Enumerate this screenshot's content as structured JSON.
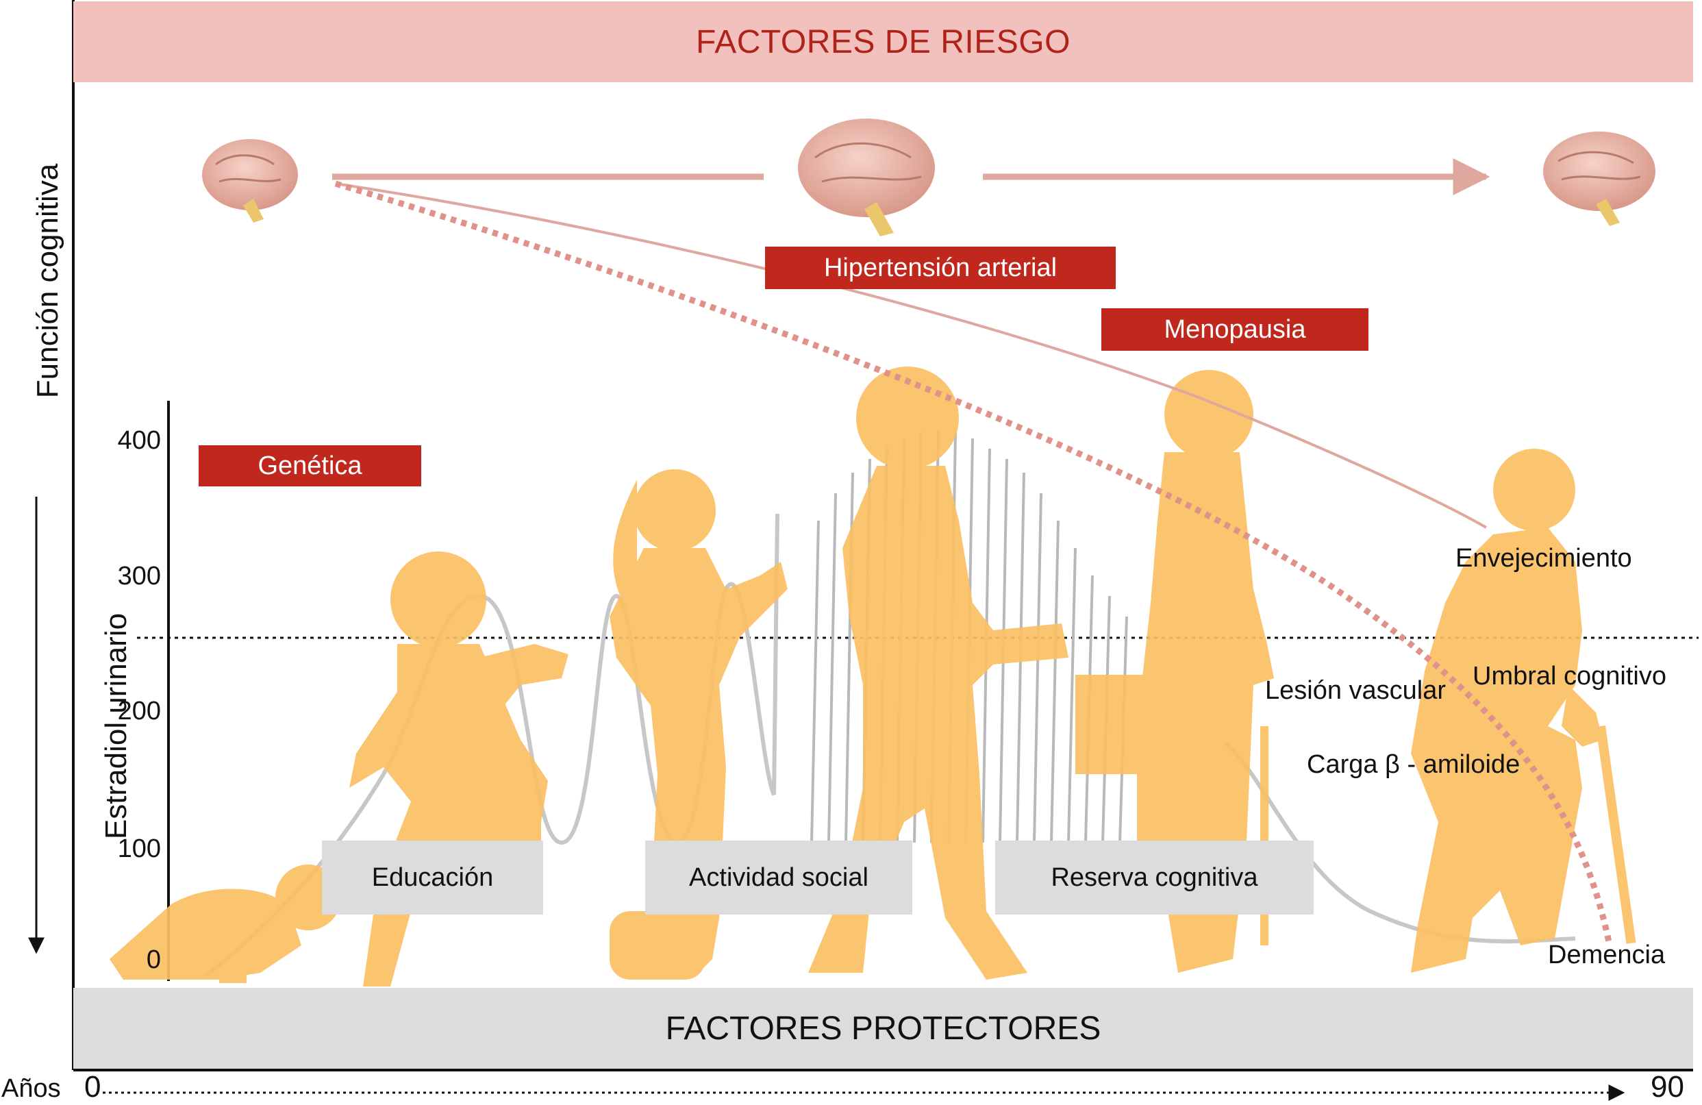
{
  "risk_banner": "FACTORES DE RIESGO",
  "protective_banner": "FACTORES PROTECTORES",
  "y_axis_title": "Función cognitiva",
  "inner_axis_title": "Estradiol urinario",
  "inner_axis_ticks": [
    "400",
    "300",
    "200",
    "100",
    "0"
  ],
  "x_axis": {
    "title": "Años",
    "start": "0",
    "end": "90"
  },
  "risk_labels": {
    "genetics": "Genética",
    "hypertension": "Hipertensión arterial",
    "menopause": "Menopausia"
  },
  "protective_labels": {
    "education": "Educación",
    "social": "Actividad social",
    "reserve": "Reserva cognitiva"
  },
  "annotations": {
    "aging": "Envejecimiento",
    "threshold": "Umbral cognitivo",
    "vascular": "Lesión vascular",
    "amyloid": "Carga β - amiloide",
    "dementia": "Demencia"
  },
  "colors": {
    "risk_banner_bg": "#f2c1bd",
    "risk_text": "#b0231b",
    "risk_label_bg": "#c0281e",
    "protective_bg": "#dcdcde",
    "silhouette": "#fbbf63",
    "arrow": "#dfa89f",
    "dotted_decline": "#e0918a"
  }
}
